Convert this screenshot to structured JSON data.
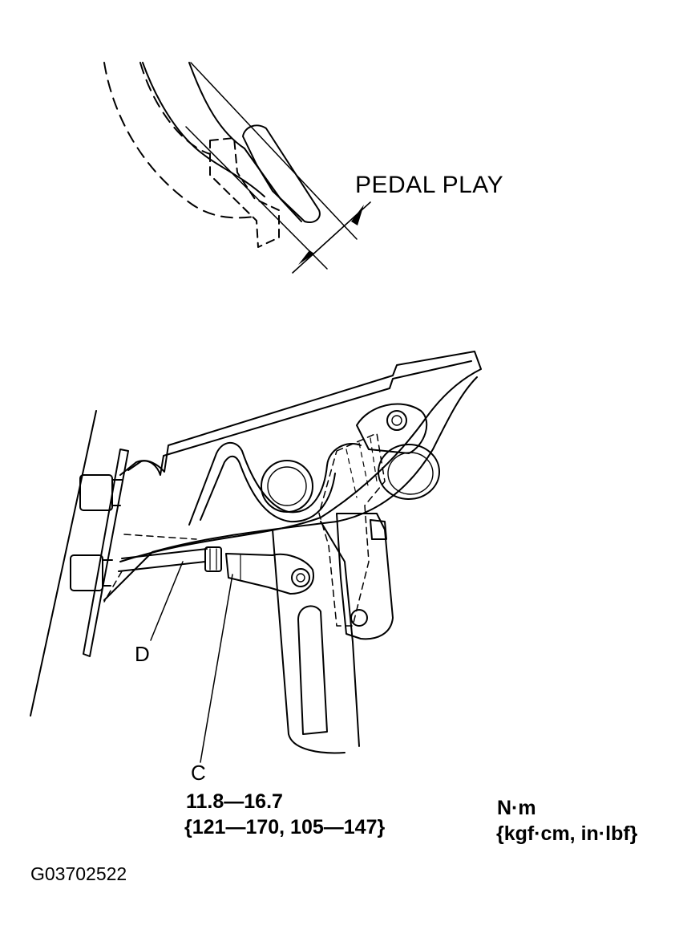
{
  "labels": {
    "pedal_play": "PEDAL PLAY",
    "part_d": "D",
    "part_c": "C"
  },
  "torque": {
    "value": "11.8—16.7",
    "alt_values": "{121—170, 105—147}"
  },
  "units": {
    "main": "N·m",
    "alt": "{kgf·cm, in·lbf}"
  },
  "figure_id": "G03702522",
  "colors": {
    "ink": "#000000",
    "paper": "#ffffff"
  }
}
